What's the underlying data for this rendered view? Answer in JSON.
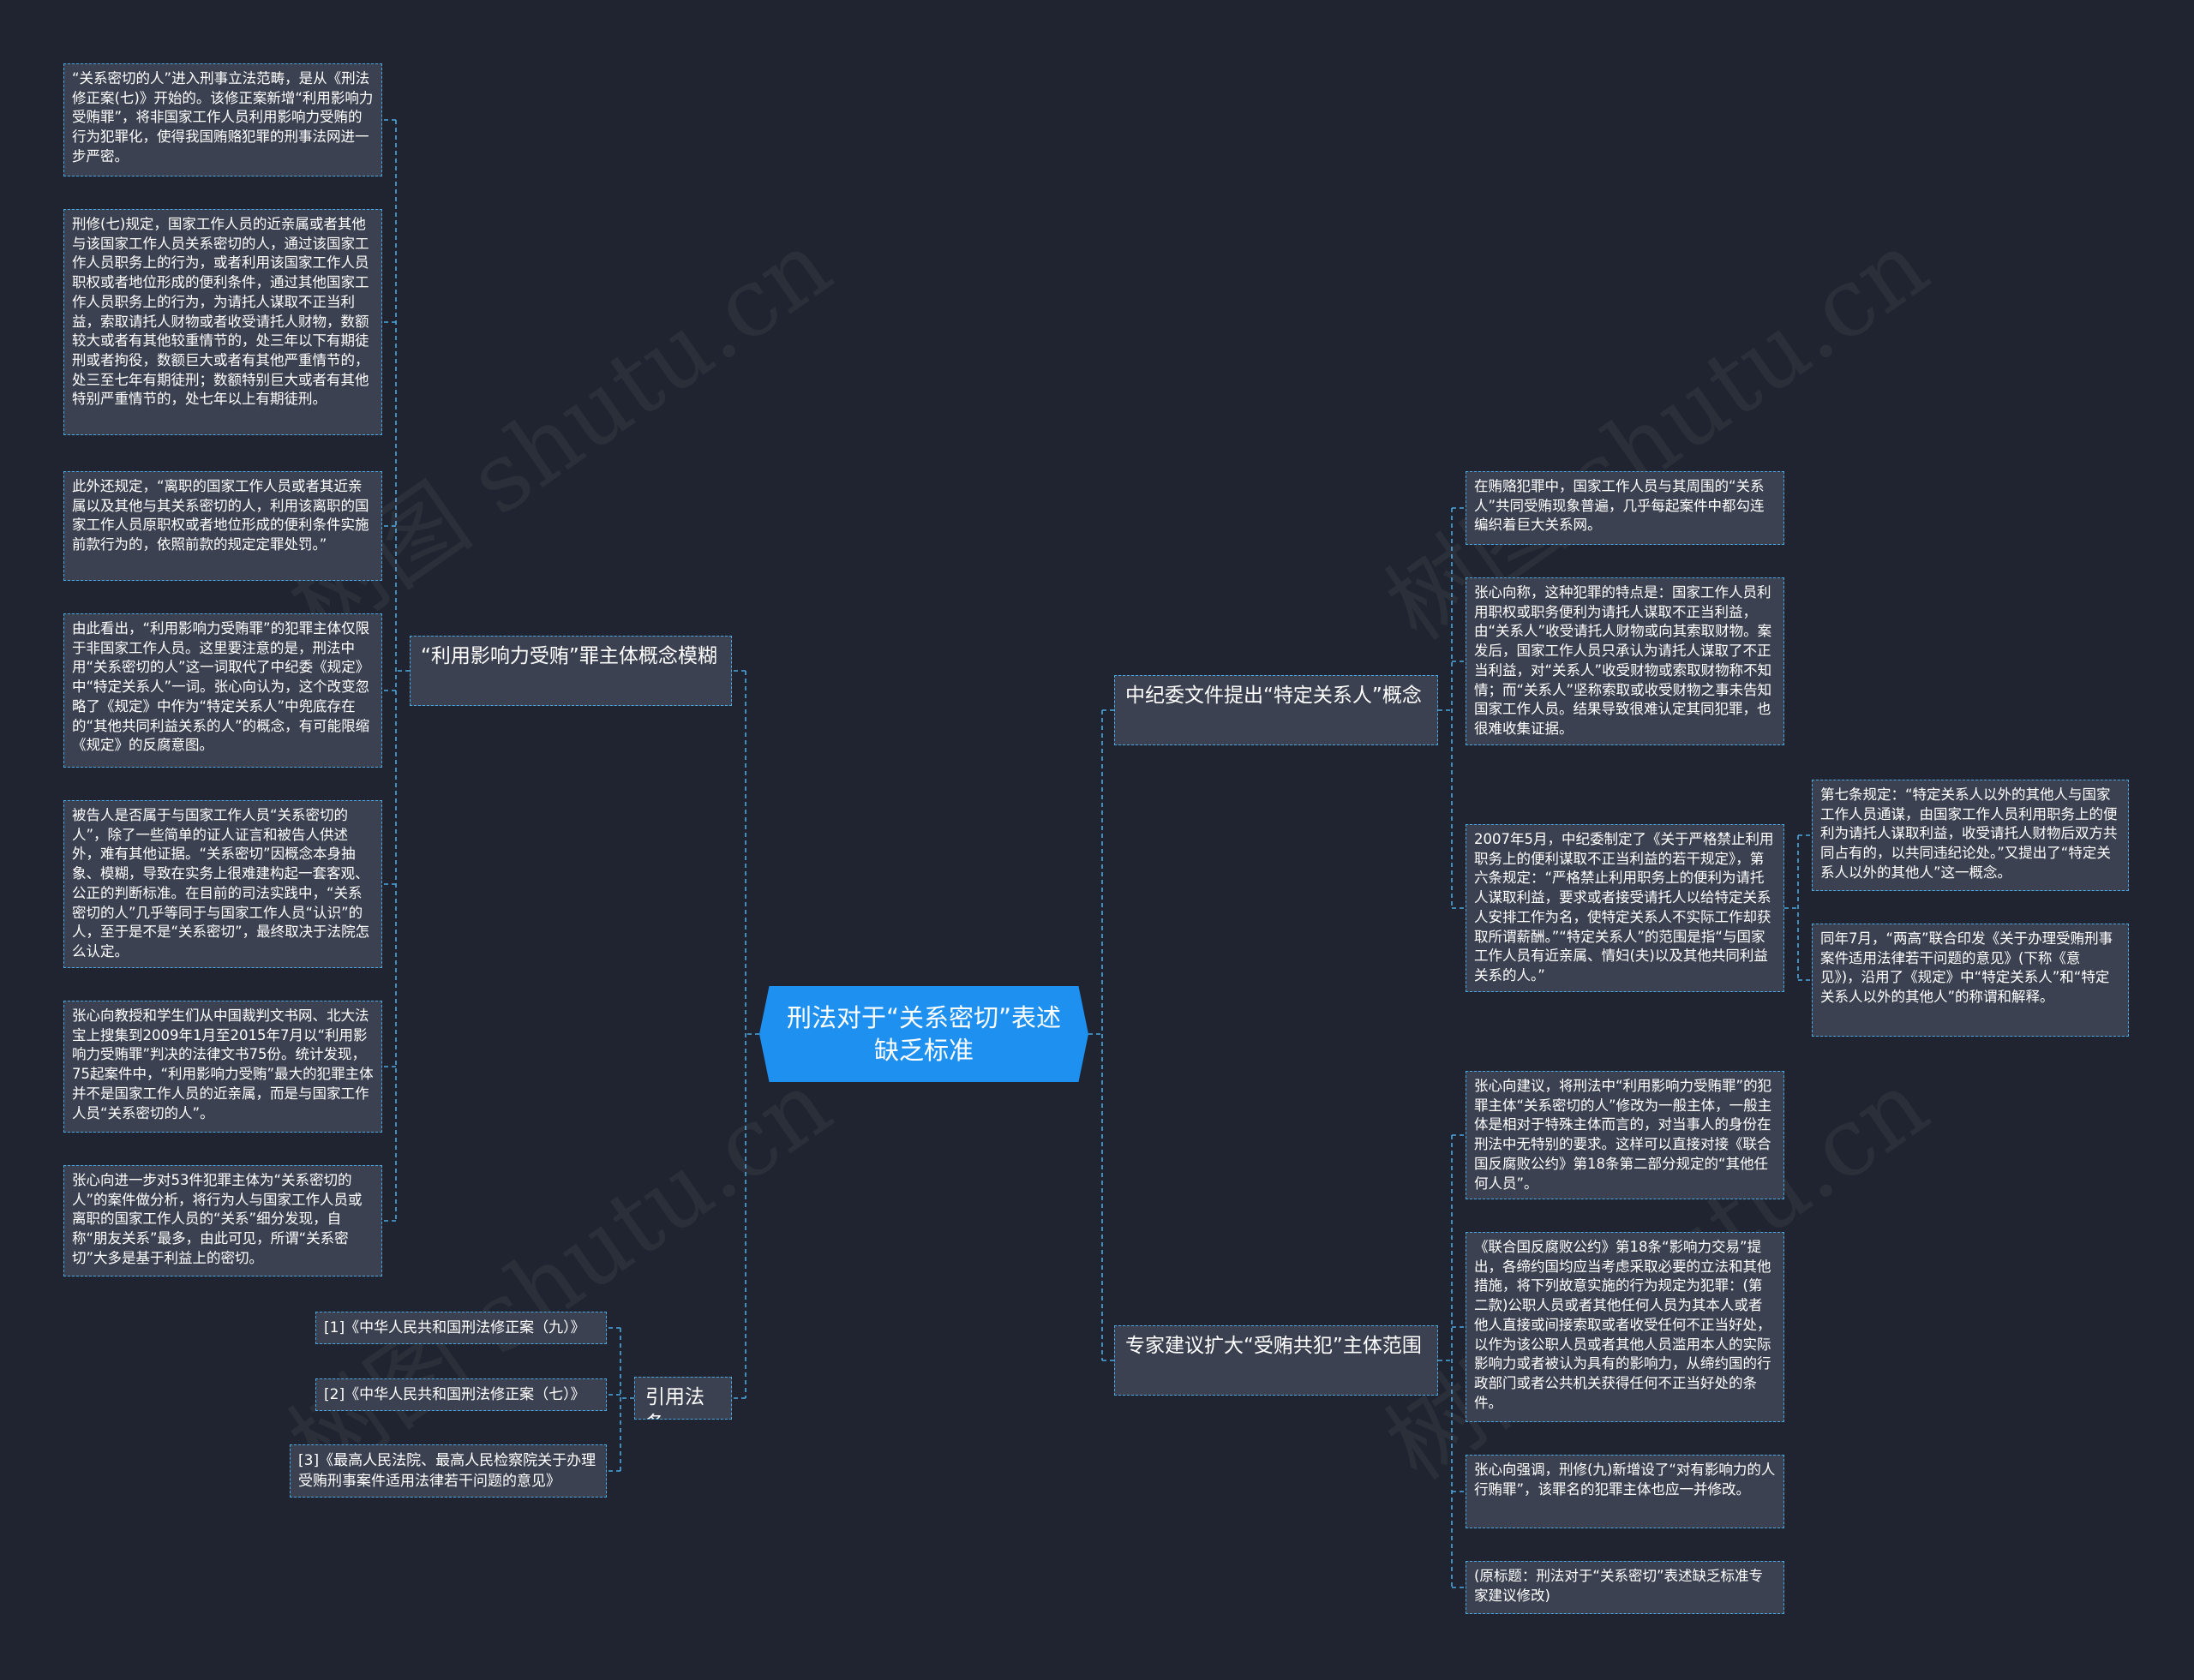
{
  "root": "刑法对于“关系密切”表述缺乏标准",
  "branches": {
    "left1": "“利用影响力受贿”罪主体概念模糊",
    "left2": "引用法条",
    "right1": "中纪委文件提出“特定关系人”概念",
    "right2": "专家建议扩大“受贿共犯”主体范围"
  },
  "left1_leaves": [
    "“关系密切的人”进入刑事立法范畴，是从《刑法修正案(七)》开始的。该修正案新增“利用影响力受贿罪”，将非国家工作人员利用影响力受贿的行为犯罪化，使得我国贿赂犯罪的刑事法网进一步严密。",
    "刑修(七)规定，国家工作人员的近亲属或者其他与该国家工作人员关系密切的人，通过该国家工作人员职务上的行为，或者利用该国家工作人员职权或者地位形成的便利条件，通过其他国家工作人员职务上的行为，为请托人谋取不正当利益，索取请托人财物或者收受请托人财物，数额较大或者有其他较重情节的，处三年以下有期徒刑或者拘役，数额巨大或者有其他严重情节的，处三至七年有期徒刑；数额特别巨大或者有其他特别严重情节的，处七年以上有期徒刑。",
    "此外还规定，“离职的国家工作人员或者其近亲属以及其他与其关系密切的人，利用该离职的国家工作人员原职权或者地位形成的便利条件实施前款行为的，依照前款的规定定罪处罚。”",
    "由此看出，“利用影响力受贿罪”的犯罪主体仅限于非国家工作人员。这里要注意的是，刑法中用“关系密切的人”这一词取代了中纪委《规定》中“特定关系人”一词。张心向认为，这个改变忽略了《规定》中作为“特定关系人”中兜底存在的“其他共同利益关系的人”的概念，有可能限缩《规定》的反腐意图。",
    "被告人是否属于与国家工作人员“关系密切的人”，除了一些简单的证人证言和被告人供述外，难有其他证据。“关系密切”因概念本身抽象、模糊，导致在实务上很难建构起一套客观、公正的判断标准。在目前的司法实践中，“关系密切的人”几乎等同于与国家工作人员“认识”的人，至于是不是“关系密切”，最终取决于法院怎么认定。",
    "张心向教授和学生们从中国裁判文书网、北大法宝上搜集到2009年1月至2015年7月以“利用影响力受贿罪”判决的法律文书75份。统计发现，75起案件中，“利用影响力受贿”最大的犯罪主体并不是国家工作人员的近亲属，而是与国家工作人员“关系密切的人”。",
    "张心向进一步对53件犯罪主体为“关系密切的人”的案件做分析，将行为人与国家工作人员或离职的国家工作人员的“关系”细分发现，自称“朋友关系”最多，由此可见，所谓“关系密切”大多是基于利益上的密切。"
  ],
  "left2_leaves": [
    "[1]《中华人民共和国刑法修正案（九）》",
    "[2]《中华人民共和国刑法修正案（七）》",
    "[3]《最高人民法院、最高人民检察院关于办理受贿刑事案件适用法律若干问题的意见》"
  ],
  "right1_leaves": [
    "在贿赂犯罪中，国家工作人员与其周围的“关系人”共同受贿现象普遍，几乎每起案件中都勾连编织着巨大关系网。",
    "张心向称，这种犯罪的特点是：国家工作人员利用职权或职务便利为请托人谋取不正当利益，由“关系人”收受请托人财物或向其索取财物。案发后，国家工作人员只承认为请托人谋取了不正当利益，对“关系人”收受财物或索取财物称不知情；而“关系人”坚称索取或收受财物之事未告知国家工作人员。结果导致很难认定其同犯罪，也很难收集证据。",
    "2007年5月，中纪委制定了《关于严格禁止利用职务上的便利谋取不正当利益的若干规定》，第六条规定：“严格禁止利用职务上的便利为请托人谋取利益，要求或者接受请托人以给特定关系人安排工作为名，使特定关系人不实际工作却获取所谓薪酬。”“特定关系人”的范围是指“与国家工作人员有近亲属、情妇(夫)以及其他共同利益关系的人。”"
  ],
  "right1_sub": [
    "第七条规定：“特定关系人以外的其他人与国家工作人员通谋，由国家工作人员利用职务上的便利为请托人谋取利益，收受请托人财物后双方共同占有的，以共同违纪论处。”又提出了“特定关系人以外的其他人”这一概念。",
    "同年7月，“两高”联合印发《关于办理受贿刑事案件适用法律若干问题的意见》(下称《意见》)，沿用了《规定》中“特定关系人”和“特定关系人以外的其他人”的称谓和解释。"
  ],
  "right2_leaves": [
    "张心向建议，将刑法中“利用影响力受贿罪”的犯罪主体“关系密切的人”修改为一般主体，一般主体是相对于特殊主体而言的，对当事人的身份在刑法中无特别的要求。这样可以直接对接《联合国反腐败公约》第18条第二部分规定的“其他任何人员”。",
    "《联合国反腐败公约》第18条“影响力交易”提出，各缔约国均应当考虑采取必要的立法和其他措施，将下列故意实施的行为规定为犯罪：(第二款)公职人员或者其他任何人员为其本人或者他人直接或间接索取或者收受任何不正当好处，以作为该公职人员或者其他人员滥用本人的实际影响力或者被认为具有的影响力，从缔约国的行政部门或者公共机关获得任何不正当好处的条件。",
    "张心向强调，刑修(九)新增设了“对有影响力的人行贿罪”，该罪名的犯罪主体也应一并修改。",
    "(原标题：刑法对于“关系密切”表述缺乏标准专家建议修改)"
  ],
  "watermark": "树图 shutu.cn"
}
